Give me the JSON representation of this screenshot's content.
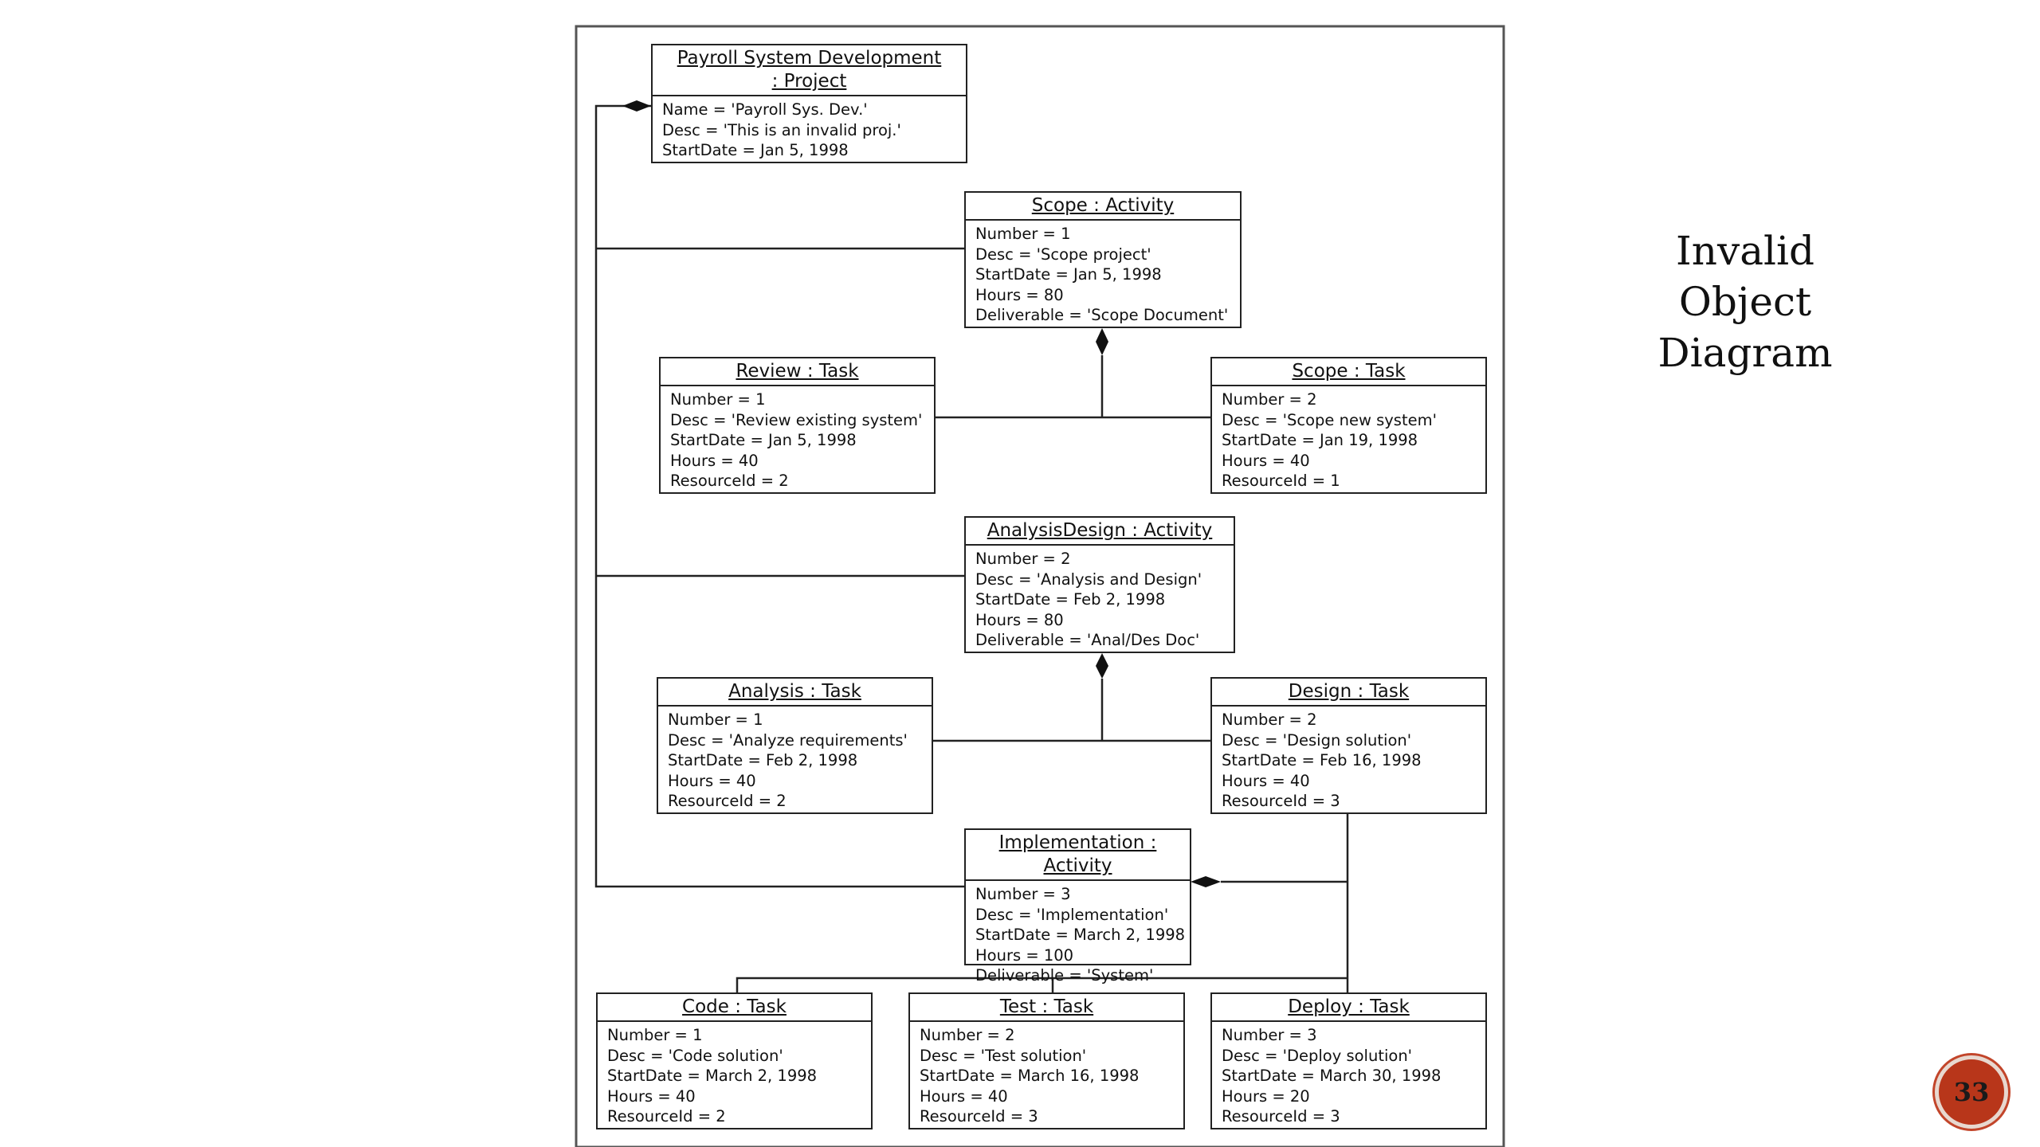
{
  "slide": {
    "title_lines": [
      "Invalid",
      "Object",
      "Diagram"
    ],
    "page_number": "33"
  },
  "diagram": {
    "objects": {
      "project": {
        "title_lines": [
          "Payroll System Development",
          ": Project"
        ],
        "attributes": [
          "Name = 'Payroll Sys. Dev.'",
          "Desc = 'This is an invalid proj.'",
          "StartDate = Jan 5, 1998"
        ]
      },
      "scope_activity": {
        "title_lines": [
          "Scope : Activity"
        ],
        "attributes": [
          "Number = 1",
          "Desc = 'Scope project'",
          "StartDate = Jan 5, 1998",
          "Hours = 80",
          "Deliverable = 'Scope Document'"
        ]
      },
      "review_task": {
        "title_lines": [
          "Review : Task"
        ],
        "attributes": [
          "Number = 1",
          "Desc = 'Review existing system'",
          "StartDate = Jan 5, 1998",
          "Hours = 40",
          "ResourceId = 2"
        ]
      },
      "scope_task": {
        "title_lines": [
          "Scope : Task"
        ],
        "attributes": [
          "Number = 2",
          "Desc = 'Scope new system'",
          "StartDate = Jan 19, 1998",
          "Hours = 40",
          "ResourceId = 1"
        ]
      },
      "analysis_activity": {
        "title_lines": [
          "AnalysisDesign : Activity"
        ],
        "attributes": [
          "Number = 2",
          "Desc = 'Analysis and Design'",
          "StartDate = Feb 2, 1998",
          "Hours = 80",
          "Deliverable = 'Anal/Des Doc'"
        ]
      },
      "analysis_task": {
        "title_lines": [
          "Analysis : Task"
        ],
        "attributes": [
          "Number = 1",
          "Desc = 'Analyze requirements'",
          "StartDate = Feb 2, 1998",
          "Hours = 40",
          "ResourceId = 2"
        ]
      },
      "design_task": {
        "title_lines": [
          "Design : Task"
        ],
        "attributes": [
          "Number = 2",
          "Desc = 'Design solution'",
          "StartDate = Feb 16, 1998",
          "Hours = 40",
          "ResourceId = 3"
        ]
      },
      "impl_activity": {
        "title_lines": [
          "Implementation : Activity"
        ],
        "attributes": [
          "Number = 3",
          "Desc = 'Implementation'",
          "StartDate = March 2, 1998",
          "Hours = 100",
          "Deliverable = 'System'"
        ]
      },
      "code_task": {
        "title_lines": [
          "Code : Task"
        ],
        "attributes": [
          "Number = 1",
          "Desc = 'Code solution'",
          "StartDate = March 2, 1998",
          "Hours = 40",
          "ResourceId = 2"
        ]
      },
      "test_task": {
        "title_lines": [
          "Test : Task"
        ],
        "attributes": [
          "Number = 2",
          "Desc = 'Test solution'",
          "StartDate = March 16, 1998",
          "Hours = 40",
          "ResourceId = 3"
        ]
      },
      "deploy_task": {
        "title_lines": [
          "Deploy : Task"
        ],
        "attributes": [
          "Number = 3",
          "Desc = 'Deploy solution'",
          "StartDate = March 30, 1998",
          "Hours = 20",
          "ResourceId = 3"
        ]
      }
    }
  }
}
